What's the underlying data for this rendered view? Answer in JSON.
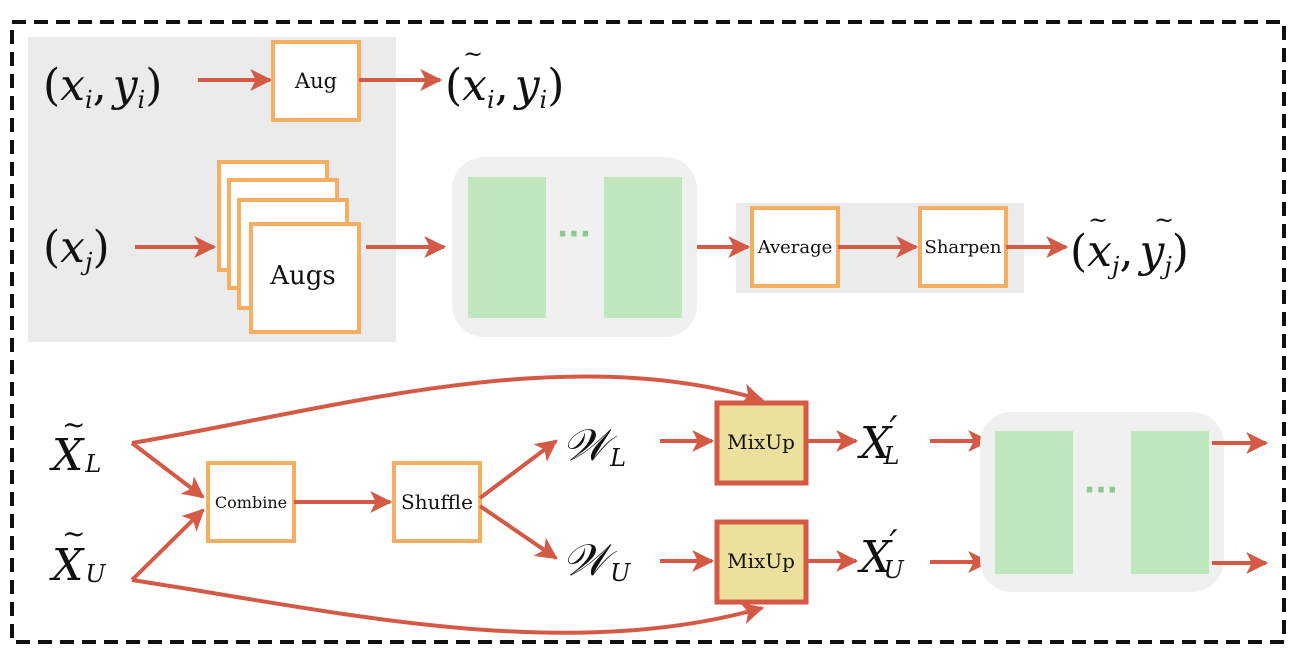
{
  "boxes": {
    "aug": "Aug",
    "augs": "Augs",
    "average": "Average",
    "sharpen": "Sharpen",
    "combine": "Combine",
    "shuffle": "Shuffle",
    "mixup_l": "MixUp",
    "mixup_u": "MixUp"
  },
  "math": {
    "lparen": "(",
    "rparen": ")",
    "comma": ",",
    "x": "x",
    "y": "y",
    "i": "i",
    "j": "j",
    "tilde": "~",
    "X": "X",
    "W": "𝒲",
    "L": "L",
    "U": "U",
    "prime": "′"
  },
  "network": {
    "ellipsis": "···"
  },
  "colors": {
    "arrow": "#d45a45",
    "box_border": "#f5ae62",
    "mixup_fill": "#ebe09c",
    "mixup_border": "#d45a45",
    "panel_gray": "#ebebeb",
    "network_bg": "#f0f0f0",
    "network_layer": "#bfe6bc"
  }
}
